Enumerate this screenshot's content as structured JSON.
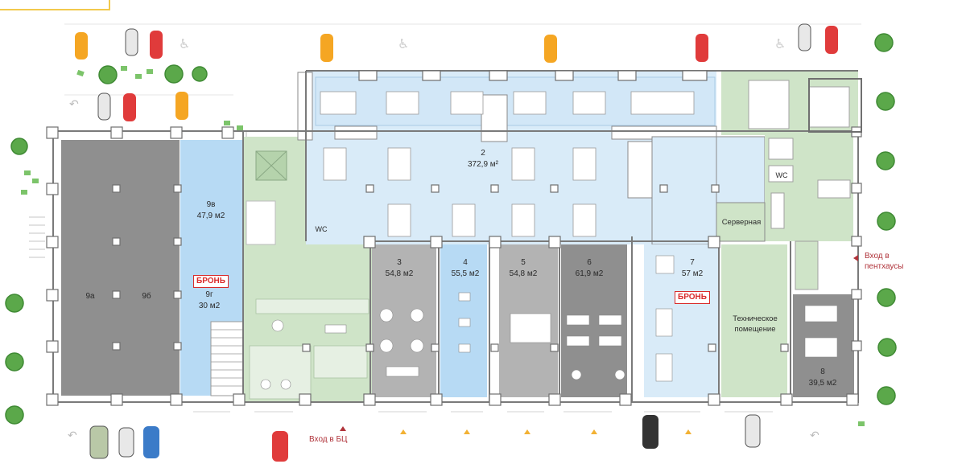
{
  "colors": {
    "office_blue": "#d9ebf8",
    "office_blue_dark": "#b7daf4",
    "unit_gray_dark": "#8f8f8f",
    "unit_gray": "#b3b3b3",
    "tech_green": "#cfe4c8",
    "reserved_red": "#d92b2b",
    "exit_red": "#b0333a"
  },
  "units": [
    {
      "id": "9a",
      "label": "9а"
    },
    {
      "id": "9b",
      "label": "9б"
    },
    {
      "id": "9v",
      "label": "9в",
      "area": "47,9 м2"
    },
    {
      "id": "9g",
      "label": "9г",
      "area": "30 м2",
      "status": "БРОНЬ"
    },
    {
      "id": "2",
      "label": "2",
      "area": "372,9 м²"
    },
    {
      "id": "3",
      "label": "3",
      "area": "54,8 м2"
    },
    {
      "id": "4",
      "label": "4",
      "area": "55,5 м2"
    },
    {
      "id": "5",
      "label": "5",
      "area": "54,8 м2"
    },
    {
      "id": "6",
      "label": "6",
      "area": "61,9 м2"
    },
    {
      "id": "7",
      "label": "7",
      "area": "57 м2",
      "status": "БРОНЬ"
    },
    {
      "id": "8",
      "label": "8",
      "area": "39,5 м2"
    }
  ],
  "rooms": {
    "wc_left": "WC",
    "wc_right": "WC",
    "server": "Серверная",
    "technical": "Техническое помещение"
  },
  "entrances": {
    "business_center": "Вход в БЦ",
    "penthouses": "Вход в пентхаусы"
  },
  "icons": [
    "car-icon",
    "tree-icon",
    "wheelchair-icon",
    "u-turn-arrow-icon",
    "entrance-arrow-icon",
    "stairs-icon"
  ]
}
